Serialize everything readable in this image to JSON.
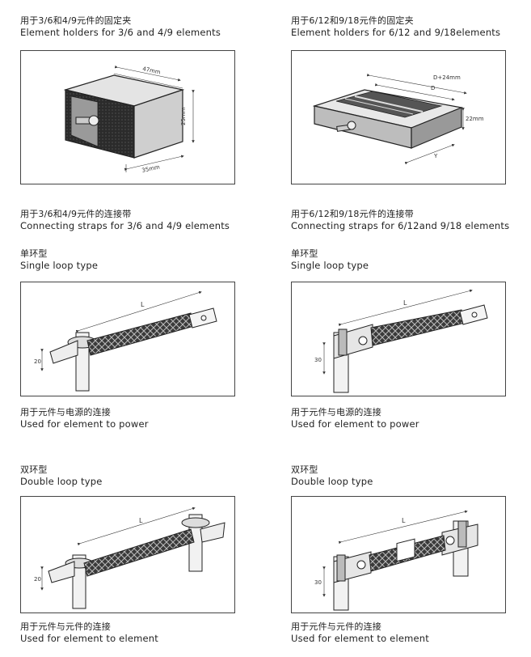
{
  "sections": {
    "holders_left": {
      "zh": "用于3/6和4/9元件的固定夹",
      "en": "Element holders for 3/6 and 4/9 elements",
      "dims": {
        "width": "47mm",
        "height": "25mm",
        "depth": "35mm"
      }
    },
    "holders_right": {
      "zh": "用于6/12和9/18元件的固定夹",
      "en": "Element holders for 6/12 and 9/18elements",
      "dims": {
        "total": "D+24mm",
        "inner": "D",
        "height": "22mm",
        "depth": "Y"
      }
    },
    "straps_left": {
      "zh": "用于3/6和4/9元件的连接带",
      "en": "Connecting straps for 3/6 and 4/9 elements"
    },
    "straps_right": {
      "zh": "用于6/12和9/18元件的连接带",
      "en": "Connecting straps for 6/12and 9/18 elements"
    },
    "single_left": {
      "zh": "单环型",
      "en": "Single loop type",
      "length": "L",
      "height": "20",
      "caption_zh": "用于元件与电源的连接",
      "caption_en": "Used for element to power"
    },
    "single_right": {
      "zh": "单环型",
      "en": "Single loop type",
      "length": "L",
      "height": "30",
      "caption_zh": "用于元件与电源的连接",
      "caption_en": "Used for element to power"
    },
    "double_left": {
      "zh": "双环型",
      "en": "Double loop type",
      "length": "L",
      "height": "20",
      "caption_zh": "用于元件与元件的连接",
      "caption_en": "Used for element to element"
    },
    "double_right": {
      "zh": "双环型",
      "en": "Double loop type",
      "length": "L",
      "height": "30",
      "caption_zh": "用于元件与元件的连接",
      "caption_en": "Used for element to element"
    }
  }
}
